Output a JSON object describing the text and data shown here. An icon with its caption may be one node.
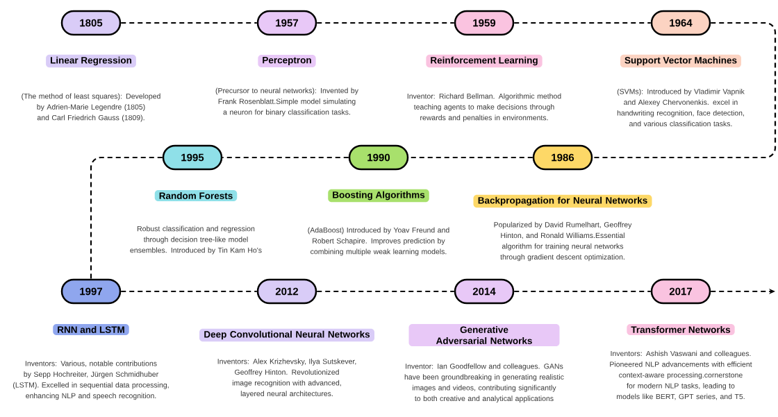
{
  "diagram": {
    "nodes": [
      {
        "text": [
          "1805"
        ]
      },
      {
        "text": [
          "Linear Regression"
        ],
        "beside": [
          "(The method of least squares): Developed by Adrien-Marie Legendre (1805) and Carl Friedrich Gauss (1809)."
        ]
      },
      {
        "text": [
          "1957"
        ]
      },
      {
        "text": [
          "Perceptron"
        ],
        "beside": [
          "(Precursor to neural networks): Invented by Frank Rosenblatt.Simple model simulating a neuron for binary classification tasks."
        ]
      },
      {
        "text": [
          "1959"
        ]
      },
      {
        "text": [
          "Reinforcement Learning"
        ],
        "beside": [
          "Inventor: Richard Bellman. Algorithmic method teaching agents to make decisions through rewards and penalties in environments."
        ]
      },
      {
        "text": [
          "1964"
        ]
      },
      {
        "text": [
          "Support Vector Machines"
        ],
        "beside": [
          "(SVMs): Introduced by Vladimir Vapnik and Alexey Chervonenkis.  excel in handwriting recognition, face detection, and various classification tasks."
        ]
      },
      {
        "text": [
          "1995"
        ]
      },
      {
        "text": [
          "Random Forests"
        ],
        "beside": [
          "Robust classification and regression through decision tree-like model ensembles. Introduced by Tin Kam Ho's"
        ]
      },
      {
        "text": [
          "1990"
        ]
      },
      {
        "text": [
          "Boosting Algorithms"
        ],
        "beside": [
          "(AdaBoost) Introduced by Yoav Freund and Robert Schapire. Improves prediction by combining multiple weak learning models."
        ]
      },
      {
        "text": [
          "1986"
        ]
      },
      {
        "text": [
          "Backpropagation for Neural Networks"
        ],
        "beside": [
          "Popularized by David Rumelhart, Geoffrey Hinton, and Ronald Williams.Essential algorithm for training neural networks through gradient descent optimization."
        ]
      },
      {
        "text": [
          "1997"
        ]
      },
      {
        "text": [
          "RNN and LSTM"
        ],
        "beside": [
          "Inventors: Various, notable contributions by Sepp Hochreiter, Jürgen Schmidhuber (LSTM). Excelled in sequential data processing, enhancing NLP and speech recognition."
        ]
      },
      {
        "text": [
          "2012"
        ]
      },
      {
        "text": [
          "Deep Convolutional Neural Networks"
        ],
        "beside": [
          "Inventors: Alex Krizhevsky, Ilya Sutskever, Geoffrey Hinton. Revolutionized image recognition with advanced, layered neural architectures."
        ]
      },
      {
        "text": [
          "2014"
        ]
      },
      {
        "text": [
          "Generative Adversarial Networks"
        ],
        "beside": [
          "Inventor: Ian Goodfellow and colleagues. GANs have been groundbreaking in generating realistic images and videos, contributing significantly to both creative and analytical applications"
        ]
      },
      {
        "text": [
          "2017"
        ]
      },
      {
        "text": [
          "Transformer Networks"
        ],
        "beside": [
          "Inventors: Ashish Vaswani and colleagues. Pioneered NLP advancements with efficient context-aware processing.cornerstone for modern NLP tasks, leading to models like BERT, GPT series, and T5."
        ]
      }
    ],
    "edges": [
      {
        "from": 0,
        "to": 2,
        "arrow": "none",
        "style": "dashed"
      },
      {
        "from": 2,
        "to": 4,
        "arrow": "none",
        "style": "dashed"
      },
      {
        "from": 4,
        "to": 6,
        "arrow": "none",
        "style": "dashed"
      },
      {
        "from": 6,
        "to": 12,
        "arrow": "none",
        "style": "dashed"
      },
      {
        "from": 12,
        "to": 10,
        "arrow": "none",
        "style": "dashed"
      },
      {
        "from": 10,
        "to": 8,
        "arrow": "none",
        "style": "dashed"
      },
      {
        "from": 8,
        "to": 14,
        "arrow": "none",
        "style": "dashed"
      },
      {
        "from": 14,
        "to": 16,
        "arrow": "none",
        "style": "dashed"
      },
      {
        "from": 16,
        "to": 18,
        "arrow": "none",
        "style": "dashed"
      },
      {
        "from": 18,
        "to": 20,
        "arrow": "none",
        "style": "dashed"
      },
      {
        "from": 20,
        "to": null,
        "arrow": "to",
        "style": "dashed"
      }
    ]
  }
}
